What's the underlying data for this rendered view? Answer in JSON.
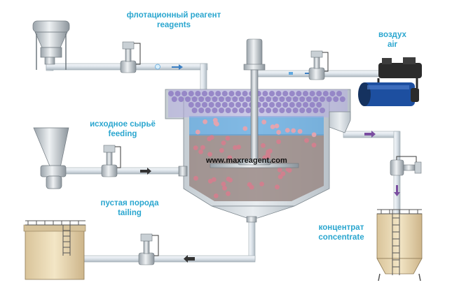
{
  "labels": {
    "flotation_reagent_ru": "флотационный реагент",
    "flotation_reagent_en": "reagents",
    "air_ru": "воздух",
    "air_en": "air",
    "feed_ru": "исходное сырьё",
    "feed_en": "feeding",
    "tailing_ru": "пустая порода",
    "tailing_en": "tailing",
    "concentrate_ru": "концентрат",
    "concentrate_en": "concentrate"
  },
  "watermark": "www.maxreagent.com",
  "colors": {
    "label": "#2aa6cf",
    "pipe": "#e3e9ee",
    "pipe_stroke": "#9aa6ae",
    "froth": "#8e7cc3",
    "slurry": "#9a8a86",
    "bubble": "#d0808e",
    "water": "#5fa8e0",
    "arrow_dark": "#333333",
    "arrow_blue": "#3b7fc4",
    "arrow_purple": "#7a4da0",
    "tank": "#e8d8b4"
  },
  "icons": [
    "reagent-hopper-icon",
    "feed-hopper-icon",
    "air-compressor-icon",
    "flotation-cell-icon",
    "agitator-icon",
    "tailing-tank-icon",
    "concentrate-tank-icon",
    "valve-icon"
  ]
}
